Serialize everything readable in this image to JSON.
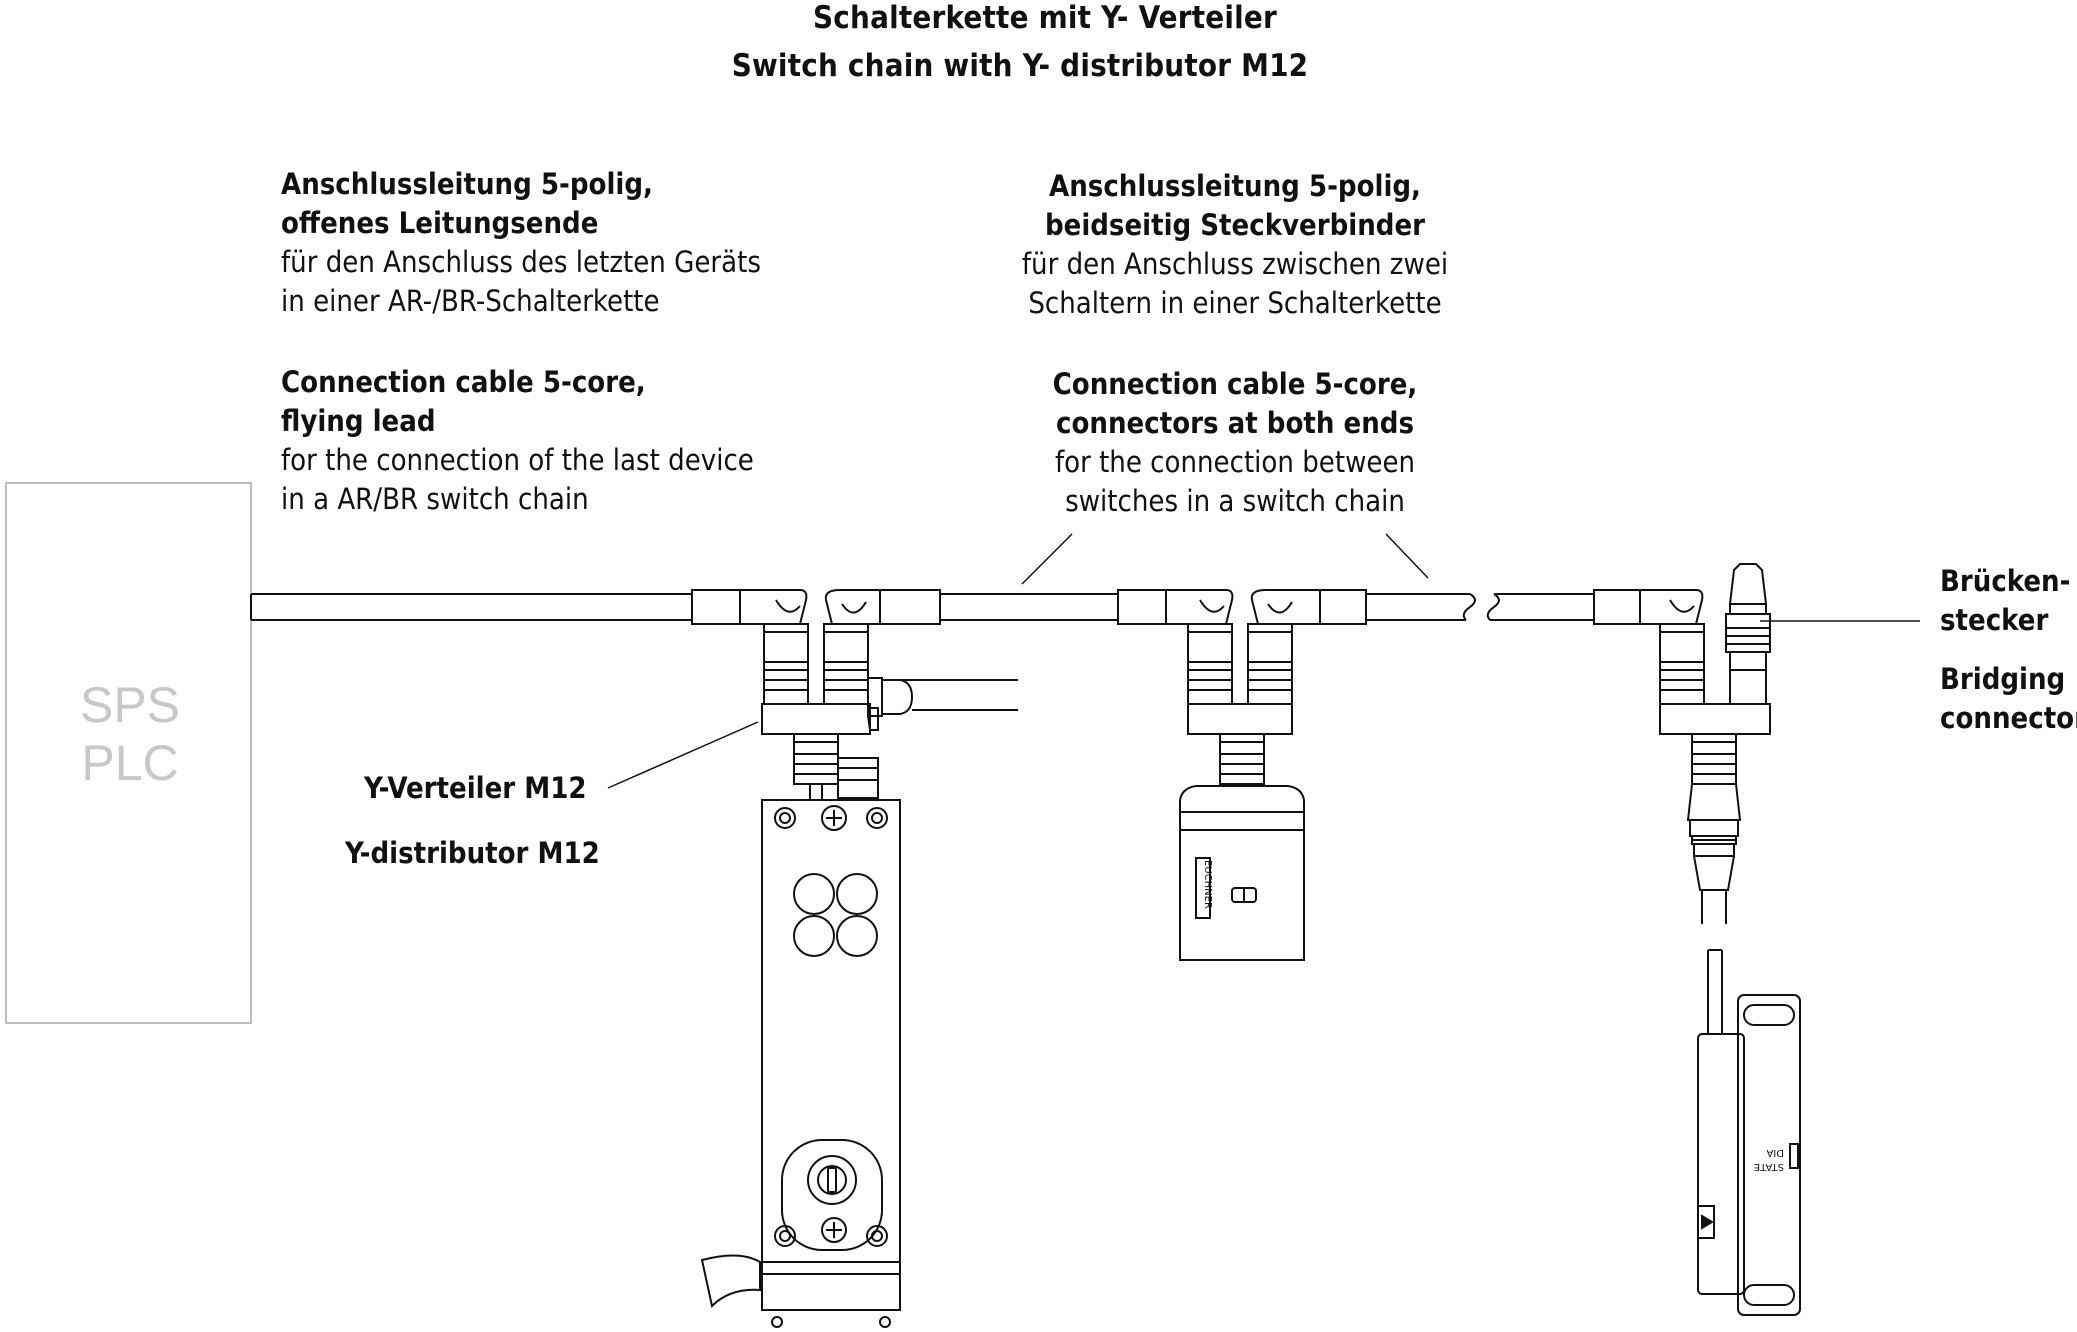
{
  "title": {
    "de": "Schalterkette mit Y- Verteiler",
    "en": "Switch chain  with Y- distributor M12"
  },
  "plc": {
    "line1": "SPS",
    "line2": "PLC"
  },
  "cable_flying_lead": {
    "de_bold_1": "Anschlussleitung  5-polig,",
    "de_bold_2": "offenes Leitungsende",
    "de_text_1": "für den Anschluss des letzten Geräts",
    "de_text_2": "in einer AR-/BR-Schalterkette",
    "en_bold_1": "Connection cable 5-core,",
    "en_bold_2": "flying lead",
    "en_text_1": "for the connection of the last device",
    "en_text_2": "in a AR/BR switch chain"
  },
  "cable_both_ends": {
    "de_bold_1": "Anschlussleitung 5-polig,",
    "de_bold_2": "beidseitig Steckverbinder",
    "de_text_1": "für den Anschluss zwischen zwei",
    "de_text_2": "Schaltern in einer Schalterkette",
    "en_bold_1": "Connection cable 5-core,",
    "en_bold_2": "connectors at both ends",
    "en_text_1": "for the connection between",
    "en_text_2": "switches in a switch chain"
  },
  "y_distributor": {
    "de": "Y-Verteiler M12",
    "en": "Y-distributor M12"
  },
  "bridging": {
    "de_1": "Brücken-",
    "de_2": "stecker",
    "en_1": "Bridging",
    "en_2": "connector"
  },
  "device_marks": {
    "state": "STATE",
    "dia": "DIA",
    "brand": "EUCHNER"
  }
}
